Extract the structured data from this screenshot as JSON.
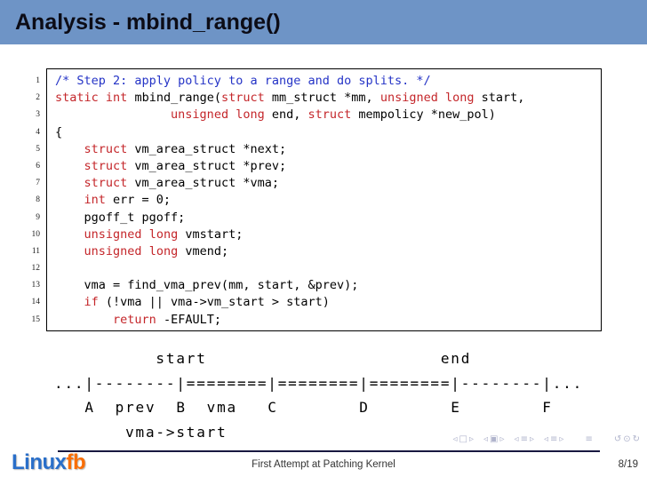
{
  "header": {
    "title": "Analysis - mbind_range()"
  },
  "code": {
    "lines": [
      {
        "num": "1",
        "segments": [
          {
            "text": "/* Step 2: apply policy to a range and do splits. */",
            "type": "comment"
          }
        ]
      },
      {
        "num": "2",
        "segments": [
          {
            "text": "static",
            "type": "keyword"
          },
          {
            "text": " ",
            "type": "plain"
          },
          {
            "text": "int",
            "type": "keyword"
          },
          {
            "text": " mbind_range(",
            "type": "plain"
          },
          {
            "text": "struct",
            "type": "keyword"
          },
          {
            "text": " mm_struct *mm, ",
            "type": "plain"
          },
          {
            "text": "unsigned",
            "type": "keyword"
          },
          {
            "text": " ",
            "type": "plain"
          },
          {
            "text": "long",
            "type": "keyword"
          },
          {
            "text": " start,",
            "type": "plain"
          }
        ]
      },
      {
        "num": "3",
        "segments": [
          {
            "text": "                ",
            "type": "plain"
          },
          {
            "text": "unsigned",
            "type": "keyword"
          },
          {
            "text": " ",
            "type": "plain"
          },
          {
            "text": "long",
            "type": "keyword"
          },
          {
            "text": " end, ",
            "type": "plain"
          },
          {
            "text": "struct",
            "type": "keyword"
          },
          {
            "text": " mempolicy *new_pol)",
            "type": "plain"
          }
        ]
      },
      {
        "num": "4",
        "segments": [
          {
            "text": "{",
            "type": "plain"
          }
        ]
      },
      {
        "num": "5",
        "segments": [
          {
            "text": "    ",
            "type": "plain"
          },
          {
            "text": "struct",
            "type": "keyword"
          },
          {
            "text": " vm_area_struct *next;",
            "type": "plain"
          }
        ]
      },
      {
        "num": "6",
        "segments": [
          {
            "text": "    ",
            "type": "plain"
          },
          {
            "text": "struct",
            "type": "keyword"
          },
          {
            "text": " vm_area_struct *prev;",
            "type": "plain"
          }
        ]
      },
      {
        "num": "7",
        "segments": [
          {
            "text": "    ",
            "type": "plain"
          },
          {
            "text": "struct",
            "type": "keyword"
          },
          {
            "text": " vm_area_struct *vma;",
            "type": "plain"
          }
        ]
      },
      {
        "num": "8",
        "segments": [
          {
            "text": "    ",
            "type": "plain"
          },
          {
            "text": "int",
            "type": "keyword"
          },
          {
            "text": " err = 0;",
            "type": "plain"
          }
        ]
      },
      {
        "num": "9",
        "segments": [
          {
            "text": "    pgoff_t pgoff;",
            "type": "plain"
          }
        ]
      },
      {
        "num": "10",
        "segments": [
          {
            "text": "    ",
            "type": "plain"
          },
          {
            "text": "unsigned",
            "type": "keyword"
          },
          {
            "text": " ",
            "type": "plain"
          },
          {
            "text": "long",
            "type": "keyword"
          },
          {
            "text": " vmstart;",
            "type": "plain"
          }
        ]
      },
      {
        "num": "11",
        "segments": [
          {
            "text": "    ",
            "type": "plain"
          },
          {
            "text": "unsigned",
            "type": "keyword"
          },
          {
            "text": " ",
            "type": "plain"
          },
          {
            "text": "long",
            "type": "keyword"
          },
          {
            "text": " vmend;",
            "type": "plain"
          }
        ]
      },
      {
        "num": "12",
        "segments": [
          {
            "text": "",
            "type": "plain"
          }
        ]
      },
      {
        "num": "13",
        "segments": [
          {
            "text": "    vma = find_vma_prev(mm, start, &prev);",
            "type": "plain"
          }
        ]
      },
      {
        "num": "14",
        "segments": [
          {
            "text": "    ",
            "type": "plain"
          },
          {
            "text": "if",
            "type": "keyword"
          },
          {
            "text": " (!vma || vma->vm_start > start)",
            "type": "plain"
          }
        ]
      },
      {
        "num": "15",
        "segments": [
          {
            "text": "        ",
            "type": "plain"
          },
          {
            "text": "return",
            "type": "keyword"
          },
          {
            "text": " -EFAULT;",
            "type": "plain"
          }
        ]
      }
    ]
  },
  "diagram": {
    "lines": [
      "          start                       end",
      "...|--------|========|========|========|--------|...",
      "   A  prev  B  vma   C        D        E        F",
      "       vma->start"
    ]
  },
  "nav_icons": [
    {
      "name": "nav-prev-slide-icon",
      "glyph": "◃"
    },
    {
      "name": "nav-slide-icon",
      "glyph": "□"
    },
    {
      "name": "nav-next-slide-icon",
      "glyph": "▹"
    },
    {
      "name": "gap",
      "glyph": ""
    },
    {
      "name": "nav-prev-frame-icon",
      "glyph": "◃"
    },
    {
      "name": "nav-frame-icon",
      "glyph": "▣"
    },
    {
      "name": "nav-next-frame-icon",
      "glyph": "▹"
    },
    {
      "name": "gap",
      "glyph": ""
    },
    {
      "name": "nav-prev-subsection-icon",
      "glyph": "◃"
    },
    {
      "name": "nav-subsection-icon",
      "glyph": "≡"
    },
    {
      "name": "nav-next-subsection-icon",
      "glyph": "▹"
    },
    {
      "name": "gap",
      "glyph": ""
    },
    {
      "name": "nav-prev-section-icon",
      "glyph": "◃"
    },
    {
      "name": "nav-section-icon",
      "glyph": "≡"
    },
    {
      "name": "nav-next-section-icon",
      "glyph": "▹"
    },
    {
      "name": "biggap",
      "glyph": ""
    },
    {
      "name": "nav-presentation-icon",
      "glyph": "≡"
    },
    {
      "name": "biggap",
      "glyph": ""
    },
    {
      "name": "nav-back-icon",
      "glyph": "↺"
    },
    {
      "name": "nav-search-icon",
      "glyph": "⊙"
    },
    {
      "name": "nav-forward-icon",
      "glyph": "↻"
    }
  ],
  "footer": {
    "logo_primary": "Linux",
    "logo_secondary": "fb",
    "center_text": "First Attempt at Patching Kernel",
    "page": "8/19"
  },
  "colors": {
    "header_bg": "#6e94c6",
    "keyword": "#c4262a",
    "comment": "#2433c6",
    "logo_blue": "#2a6fc9",
    "logo_orange": "#f96e06"
  }
}
